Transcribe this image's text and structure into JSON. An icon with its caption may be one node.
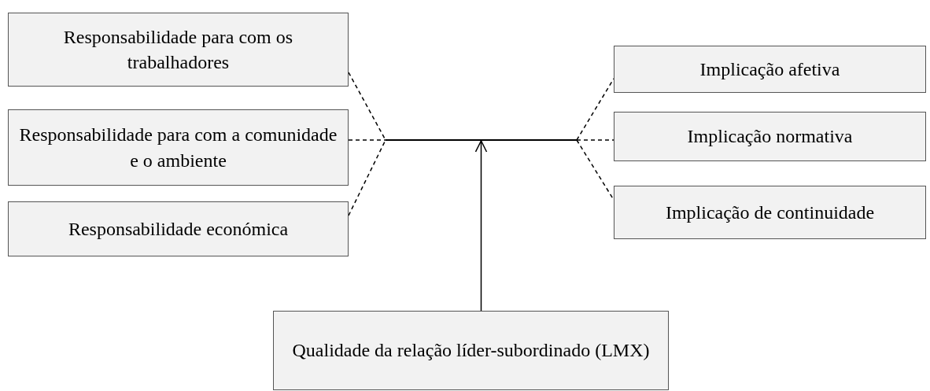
{
  "diagram": {
    "nodes": [
      {
        "text": [
          "Responsabilidade para com os trabalhadores"
        ]
      },
      {
        "text": [
          "Responsabilidade para com a comunidade e o ambiente"
        ]
      },
      {
        "text": [
          "Responsabilidade económica"
        ]
      },
      {
        "text": [
          "Implicação afetiva"
        ]
      },
      {
        "text": [
          "Implicação normativa"
        ]
      },
      {
        "text": [
          "Implicação de continuidade"
        ]
      },
      {
        "text": [
          "Qualidade da relação líder-subordinado (LMX)"
        ]
      },
      {
        "text": [],
        "shape": "bar"
      }
    ],
    "edges": [
      {
        "from": 0,
        "to": 7,
        "arrow": "none",
        "style": "dashed"
      },
      {
        "from": 1,
        "to": 7,
        "arrow": "none",
        "style": "dashed"
      },
      {
        "from": 2,
        "to": 7,
        "arrow": "none",
        "style": "dashed"
      },
      {
        "from": 7,
        "to": 3,
        "arrow": "none",
        "style": "dashed"
      },
      {
        "from": 7,
        "to": 4,
        "arrow": "none",
        "style": "dashed"
      },
      {
        "from": 7,
        "to": 5,
        "arrow": "none",
        "style": "dashed"
      },
      {
        "from": 6,
        "to": 7,
        "arrow": "to"
      }
    ]
  }
}
